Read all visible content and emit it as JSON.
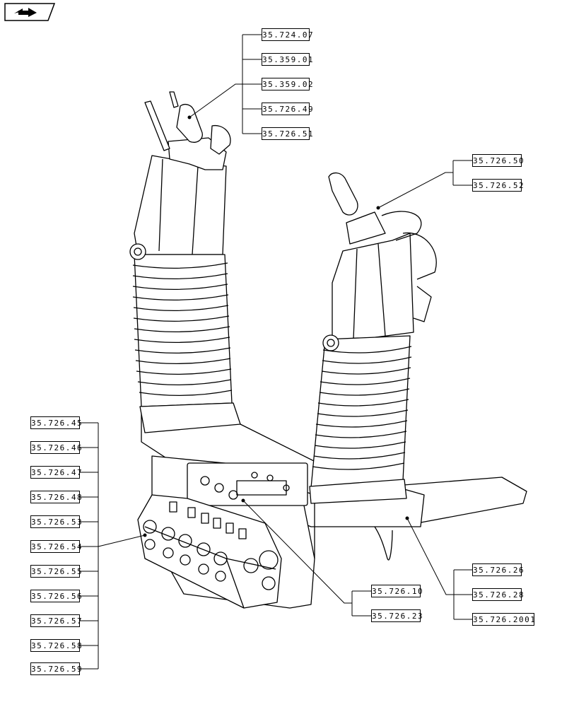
{
  "nav_icon": "back-arrow-icon",
  "refs_top": [
    "35.724.07",
    "35.359.01",
    "35.359.02",
    "35.726.49",
    "35.726.51"
  ],
  "refs_right_top": [
    "35.726.50",
    "35.726.52"
  ],
  "refs_left": [
    "35.726.45",
    "35.726.46",
    "35.726.47",
    "35.726.48",
    "35.726.53",
    "35.726.54",
    "35.726.55",
    "35.726.56",
    "35.726.57",
    "35.726.58",
    "35.726.59"
  ],
  "refs_center": [
    "35.726.10",
    "35.726.23"
  ],
  "refs_right_bottom": [
    "35.726.26",
    "35.726.28",
    "35.726.2001"
  ]
}
